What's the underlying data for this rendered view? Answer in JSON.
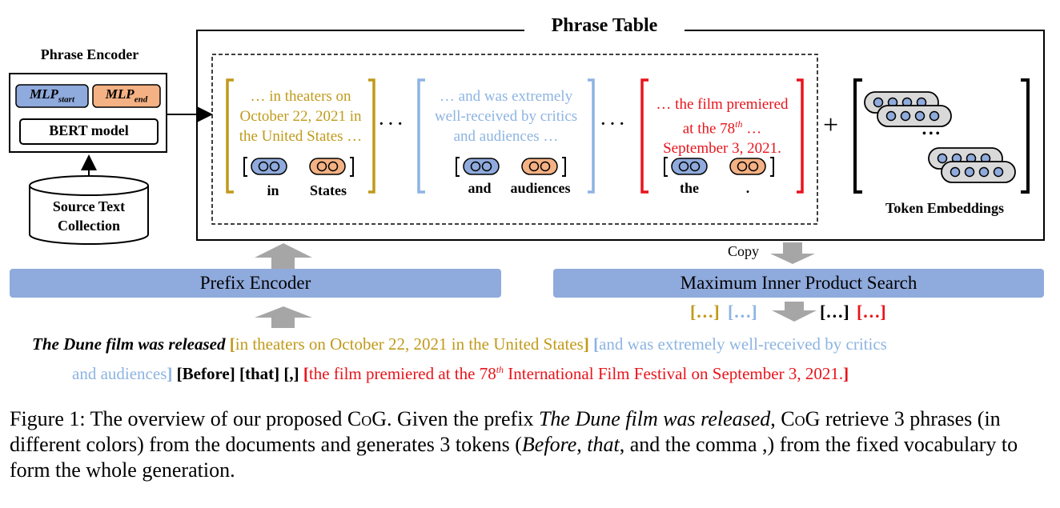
{
  "colors": {
    "gold": "#c09a1a",
    "lightblue": "#8db4e2",
    "red": "#e8141b",
    "bar": "#8faadc",
    "mlp_start": "#8faadc",
    "mlp_end": "#f4b183",
    "arrow_gray": "#a6a6a6"
  },
  "phrase_encoder": {
    "title": "Phrase Encoder",
    "mlp_start": "MLP",
    "mlp_start_sub": "start",
    "mlp_end": "MLP",
    "mlp_end_sub": "end",
    "bert": "BERT model"
  },
  "source": {
    "line1": "Source Text",
    "line2": "Collection"
  },
  "phrase_table": {
    "title": "Phrase Table",
    "phrases": [
      {
        "lines": [
          "… in theaters on",
          "October 22, 2021 in",
          "the United States …"
        ],
        "words": [
          "in",
          "States"
        ]
      },
      {
        "lines": [
          "… and was extremely",
          "well-received by critics",
          "and audiences …"
        ],
        "words": [
          "and",
          "audiences"
        ]
      },
      {
        "lines": [
          "… the film premiered",
          "at the 78",
          "th",
          " …",
          "September 3, 2021."
        ],
        "words": [
          "the",
          "."
        ]
      }
    ],
    "ellipsis": "· · ·",
    "plus": "+",
    "token_embeddings": "Token Embeddings",
    "dots": "• • •"
  },
  "prefix_encoder": "Prefix Encoder",
  "mips": "Maximum Inner Product Search",
  "copy": "Copy",
  "retrieval_row": {
    "gold": "[…]",
    "blue": "[…]",
    "black": "[…]",
    "red": "[…]"
  },
  "generation": {
    "prefix": "The Dune film was released",
    "p1": "in theaters on October 22, 2021 in the United States",
    "p2a": "and was extremely well-received by critics",
    "p2b": "and audiences",
    "t1": "[Before]",
    "t2": "[that]",
    "t3": "[,]",
    "p3a": "the film premiered at the 78",
    "p3sup": "th",
    "p3b": " International Film Festival on September 3, 2021."
  },
  "caption": {
    "a": "Figure 1: The overview of our proposed C",
    "a_sc": "o",
    "a2": "G. Given the prefix ",
    "a_it": "The Dune film was released",
    "a3": ", C",
    "a3_sc": "o",
    "a4": "G",
    "b": " retrieve 3 phrases (in different colors) from the documents and generates 3 tokens (",
    "b_it1": "Before",
    "b2": ", ",
    "b_it2": "that",
    "b3": ", and the comma ,) from the fixed vocabulary to form the whole generation."
  }
}
